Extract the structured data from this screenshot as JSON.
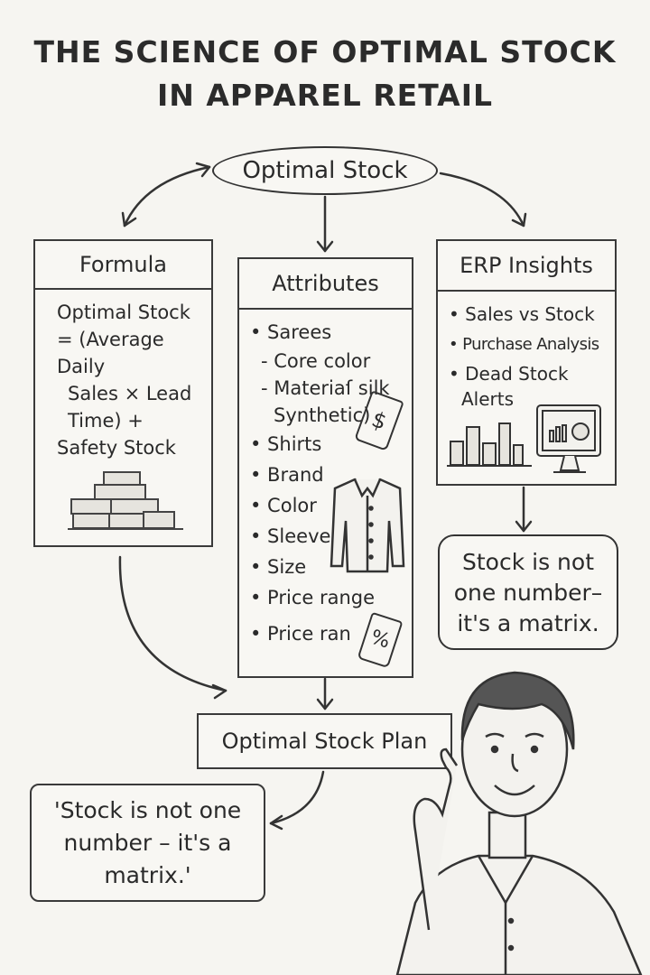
{
  "title": {
    "line1": "THE SCIENCE OF OPTIMAL STOCK",
    "line2": "IN APPAREL RETAIL"
  },
  "center_node": "Optimal Stock",
  "formula": {
    "header": "Formula",
    "lines": [
      "Optimal Stock",
      "= (Average Daily",
      "Sales × Lead",
      "Time) +",
      "Safety Stock"
    ]
  },
  "attributes": {
    "header": "Attributes",
    "items": [
      "• Sarees",
      "- Core color",
      "- Materiaſ silk",
      "Synthetic)",
      "• Shirts",
      "• Brand",
      "• Color",
      "• Sleeves",
      "• Size",
      "• Price range",
      "• Price ran"
    ]
  },
  "erp": {
    "header": "ERP Insights",
    "items": [
      "• Sales vs Stock",
      "• Purchase Analysis",
      "• Dead Stock",
      "Alerts"
    ]
  },
  "speech_bubble": {
    "lines": [
      "Stock is not",
      "one number–",
      "it's a matrix."
    ]
  },
  "plan_node": "Optimal Stock Plan",
  "quote": {
    "lines": [
      "'Stock is not one",
      "number – it's a",
      "matrix.'"
    ]
  },
  "icons": {
    "price_tag_1": "$",
    "price_tag_2": "%"
  }
}
